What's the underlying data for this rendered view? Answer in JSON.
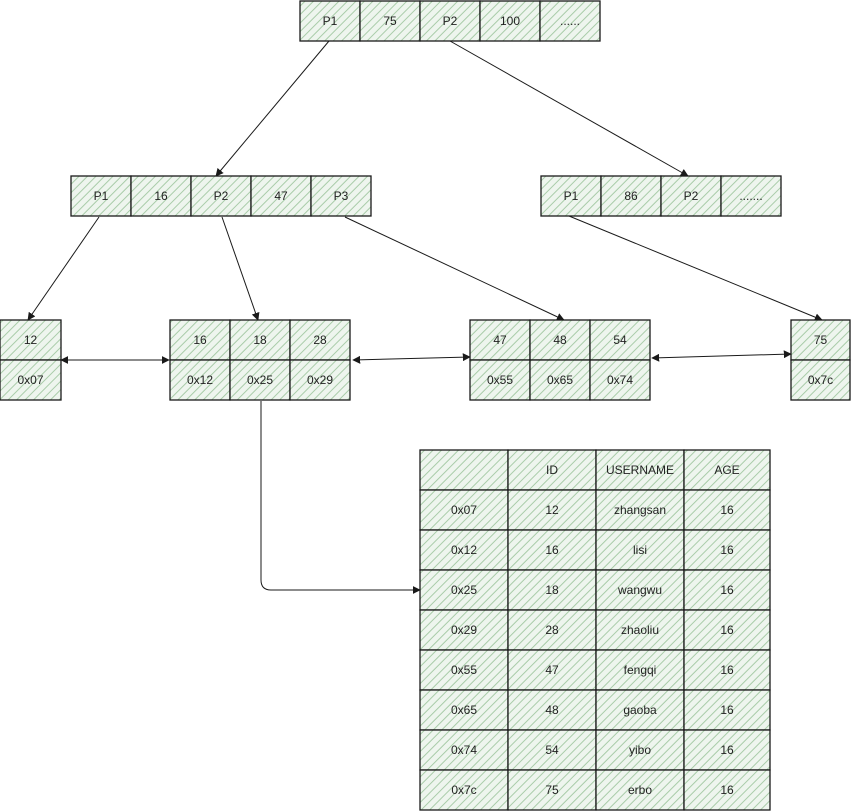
{
  "colors": {
    "cell_fill": "#eef5ee",
    "hatch": "#a9cca9",
    "stroke": "#1a1a1a"
  },
  "root_node": [
    "P1",
    "75",
    "P2",
    "100",
    "......"
  ],
  "internal_left": [
    "P1",
    "16",
    "P2",
    "47",
    "P3"
  ],
  "internal_right": [
    "P1",
    "86",
    "P2",
    "......."
  ],
  "leaf_1": {
    "keys": [
      "12"
    ],
    "addrs": [
      "0x07"
    ]
  },
  "leaf_2": {
    "keys": [
      "16",
      "18",
      "28"
    ],
    "addrs": [
      "0x12",
      "0x25",
      "0x29"
    ]
  },
  "leaf_3": {
    "keys": [
      "47",
      "48",
      "54"
    ],
    "addrs": [
      "0x55",
      "0x65",
      "0x74"
    ]
  },
  "leaf_4": {
    "keys": [
      "75"
    ],
    "addrs": [
      "0x7c"
    ]
  },
  "data_table": {
    "headers": [
      "",
      "ID",
      "USERNAME",
      "AGE"
    ],
    "rows": [
      [
        "0x07",
        "12",
        "zhangsan",
        "16"
      ],
      [
        "0x12",
        "16",
        "lisi",
        "16"
      ],
      [
        "0x25",
        "18",
        "wangwu",
        "16"
      ],
      [
        "0x29",
        "28",
        "zhaoliu",
        "16"
      ],
      [
        "0x55",
        "47",
        "fengqi",
        "16"
      ],
      [
        "0x65",
        "48",
        "gaoba",
        "16"
      ],
      [
        "0x74",
        "54",
        "yibo",
        "16"
      ],
      [
        "0x7c",
        "75",
        "erbo",
        "16"
      ]
    ]
  }
}
